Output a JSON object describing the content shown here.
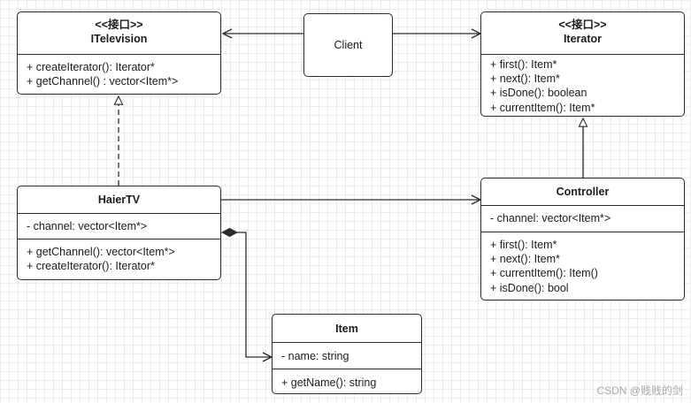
{
  "classes": {
    "itelevision": {
      "stereotype": "<<接口>>",
      "name": "ITelevision",
      "methods": [
        "+ createIterator(): Iterator*",
        "+ getChannel() : vector<Item*>"
      ]
    },
    "client": {
      "name": "Client"
    },
    "iterator": {
      "stereotype": "<<接口>>",
      "name": "Iterator",
      "methods": [
        "+ first(): Item*",
        "+ next(): Item*",
        "+ isDone(): boolean",
        "+ currentItem(): Item*"
      ]
    },
    "haiertv": {
      "name": "HaierTV",
      "attributes": [
        "- channel: vector<Item*>"
      ],
      "methods": [
        "+ getChannel(): vector<Item*>",
        "+ createIterator(): Iterator*"
      ]
    },
    "controller": {
      "name": "Controller",
      "attributes": [
        "- channel: vector<Item*>"
      ],
      "methods": [
        "+ first(): Item*",
        "+ next(): Item*",
        "+ currentItem(): Item()",
        "+ isDone(): bool"
      ]
    },
    "item": {
      "name": "Item",
      "attributes": [
        "- name: string"
      ],
      "methods": [
        "+ getName(): string"
      ]
    }
  },
  "watermark": "CSDN @贱贱的剑",
  "colors": {
    "line": "#2b2b2b",
    "grid": "#ececec",
    "background": "#ffffff",
    "watermark": "#a8a8a8"
  }
}
